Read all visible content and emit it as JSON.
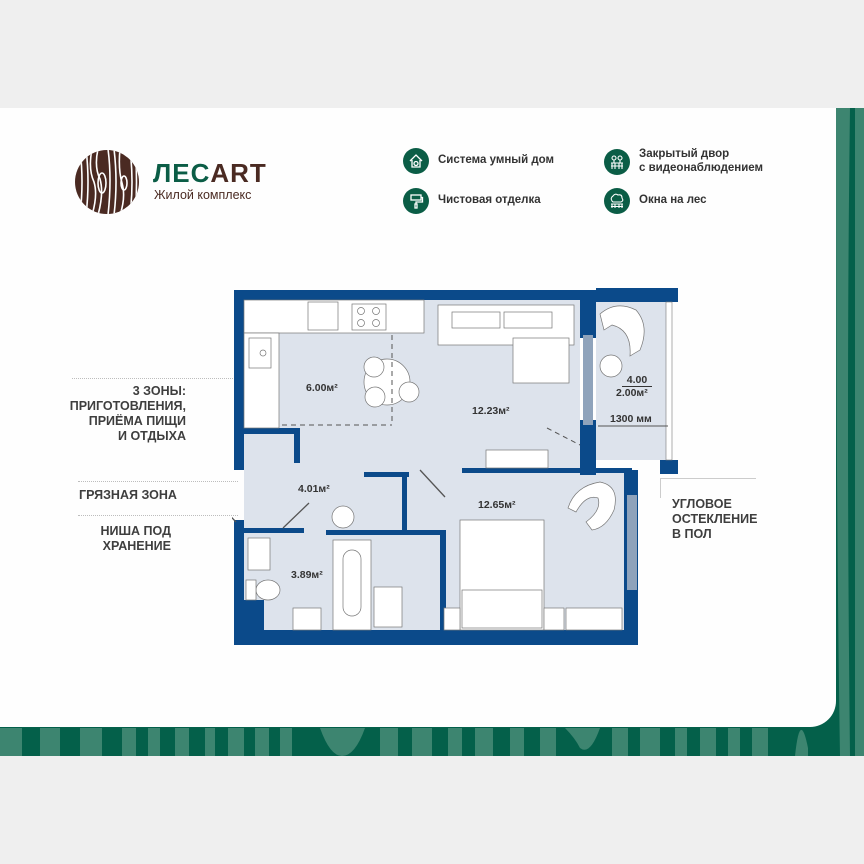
{
  "brand": {
    "name_part1": "ЛЕС",
    "name_part2": "ART",
    "subtitle": "Жилой комплекс",
    "colors": {
      "green": "#0b5d46",
      "brown": "#4a2a22",
      "wall_blue": "#0b4a8a",
      "floor": "#dde3ec"
    }
  },
  "features": [
    {
      "icon": "smart-home-icon",
      "label": "Система умный дом"
    },
    {
      "icon": "paint-roller-icon",
      "label": "Чистовая отделка"
    },
    {
      "icon": "fenced-yard-icon",
      "label_line1": "Закрытый двор",
      "label_line2": "с видеонаблюдением"
    },
    {
      "icon": "forest-window-icon",
      "label": "Окна на лес"
    }
  ],
  "callouts": {
    "zones": [
      "3 ЗОНЫ:",
      "ПРИГОТОВЛЕНИЯ,",
      "ПРИЁМА ПИЩИ",
      "И ОТДЫХА"
    ],
    "dirty_zone": "ГРЯЗНАЯ ЗОНА",
    "niche": [
      "НИША ПОД",
      "ХРАНЕНИЕ"
    ],
    "corner_glazing": [
      "УГЛОВОЕ",
      "ОСТЕКЛЕНИЕ",
      "В ПОЛ"
    ]
  },
  "rooms": {
    "kitchen": "6.00м²",
    "living": "12.23м²",
    "balcony_total": "4.00",
    "balcony_reduced": "2.00м²",
    "balcony_width": "1300 мм",
    "hall": "4.01м²",
    "bedroom": "12.65м²",
    "bathroom": "3.89м²"
  }
}
